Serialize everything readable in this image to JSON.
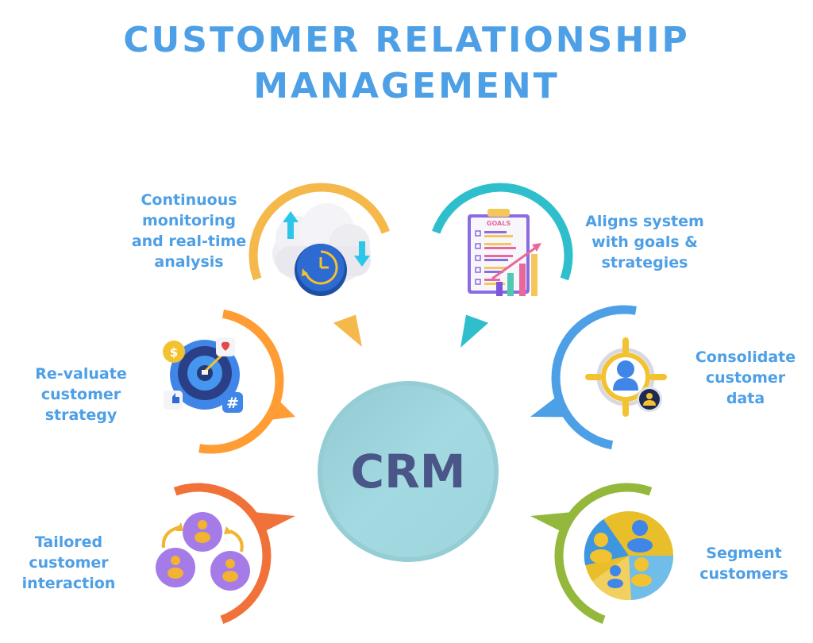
{
  "title": {
    "line1": "CUSTOMER RELATIONSHIP",
    "line2": "MANAGEMENT"
  },
  "center": {
    "label": "CRM",
    "fill": "#9fd6de",
    "text_color": "#4a5688"
  },
  "colors": {
    "title": "#4d9fe6",
    "labels": "#4d9fe6"
  },
  "items": [
    {
      "id": "continuous-monitoring",
      "lines": [
        "Continuous",
        "monitoring",
        "and real-time",
        "analysis"
      ],
      "arc_color": "#f5b84a",
      "icon": "cloud-sync-clock-icon"
    },
    {
      "id": "aligns-system",
      "lines": [
        "Aligns system",
        "with goals &",
        "strategies"
      ],
      "arc_color": "#2fbfcc",
      "icon": "goals-clipboard-chart-icon"
    },
    {
      "id": "revaluate-strategy",
      "lines": [
        "Re-valuate",
        "customer",
        "strategy"
      ],
      "arc_color": "#ff9c33",
      "icon": "target-dart-icon"
    },
    {
      "id": "consolidate-data",
      "lines": [
        "Consolidate",
        "customer",
        "data"
      ],
      "arc_color": "#4d9fe6",
      "icon": "crosshair-user-icon"
    },
    {
      "id": "tailored-interaction",
      "lines": [
        "Tailored",
        "customer",
        "interaction"
      ],
      "arc_color": "#f07238",
      "icon": "user-network-icon"
    },
    {
      "id": "segment-customers",
      "lines": [
        "Segment",
        "customers"
      ],
      "arc_color": "#93b83c",
      "icon": "segmented-pie-users-icon"
    }
  ],
  "icon_text": {
    "goals": "GOALS"
  }
}
